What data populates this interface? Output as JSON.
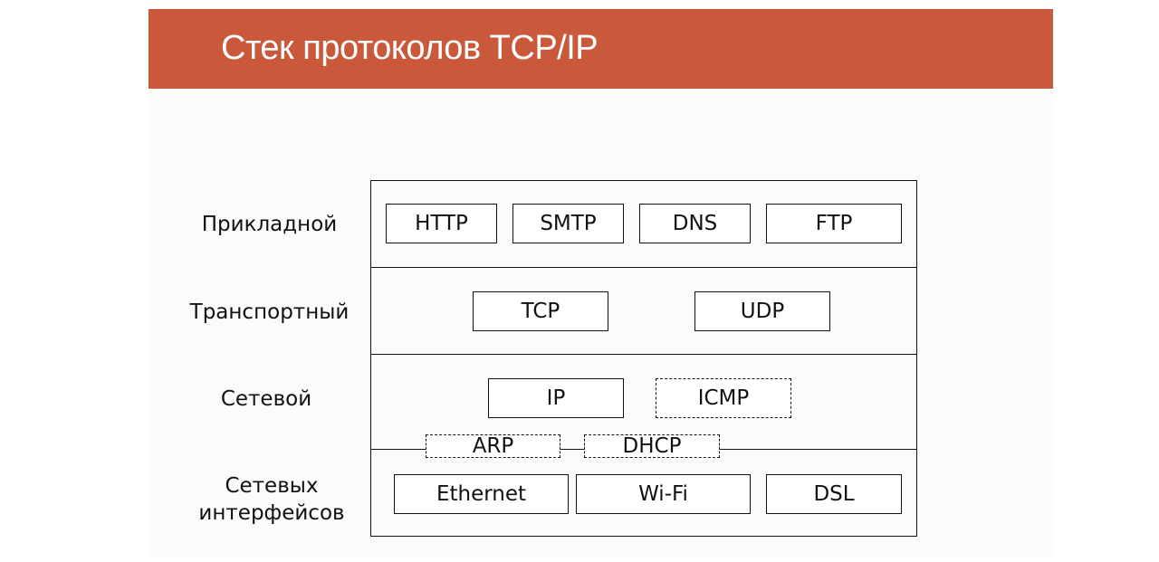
{
  "title": "Стек протоколов TCP/IP",
  "layers": {
    "application": {
      "label": "Прикладной",
      "protocols": [
        "HTTP",
        "SMTP",
        "DNS",
        "FTP"
      ]
    },
    "transport": {
      "label": "Транспортный",
      "protocols": [
        "TCP",
        "UDP"
      ]
    },
    "network": {
      "label": "Сетевой",
      "protocols": [
        "IP",
        "ICMP"
      ]
    },
    "boundary": {
      "protocols": [
        "ARP",
        "DHCP"
      ]
    },
    "link": {
      "label_line1": "Сетевых",
      "label_line2": "интерфейсов",
      "protocols": [
        "Ethernet",
        "Wi-Fi",
        "DSL"
      ]
    }
  },
  "colors": {
    "title_bar": "#c9593a",
    "title_text": "#ffffff",
    "lines": "#111111"
  }
}
